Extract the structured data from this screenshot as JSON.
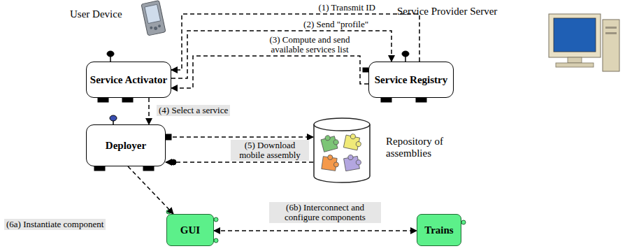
{
  "diagram": {
    "nodes": [
      {
        "text": [
          "Service Activator"
        ]
      },
      {
        "text": [
          "Service Registry"
        ]
      },
      {
        "text": [
          "Deployer"
        ]
      },
      {
        "text": [
          "Repository of assemblies"
        ]
      },
      {
        "text": [
          "GUI"
        ]
      },
      {
        "text": [
          "Trains"
        ]
      }
    ],
    "edges": [
      {
        "from": 1,
        "to": 0,
        "arrow": "to",
        "label": "(1) Transmit ID"
      },
      {
        "from": 0,
        "to": 1,
        "arrow": "to",
        "label": "(2) Send \"profile\""
      },
      {
        "from": 1,
        "to": 0,
        "arrow": "to",
        "label": "(3) Compute and send available services list"
      },
      {
        "from": 0,
        "to": 2,
        "arrow": "to",
        "label": "(4) Select a service"
      },
      {
        "from": 2,
        "to": 3,
        "arrow": "to",
        "label": "(5) Download mobile assembly"
      },
      {
        "from": 3,
        "to": 2,
        "arrow": "to"
      },
      {
        "from": 2,
        "to": 4,
        "arrow": "to",
        "label": "(6a) Instantiate component"
      },
      {
        "from": 4,
        "to": 5,
        "arrow": "both",
        "label": "(6b) Interconnect and configure components"
      }
    ],
    "labels": [
      "User Device",
      "Service Provider Server"
    ]
  }
}
